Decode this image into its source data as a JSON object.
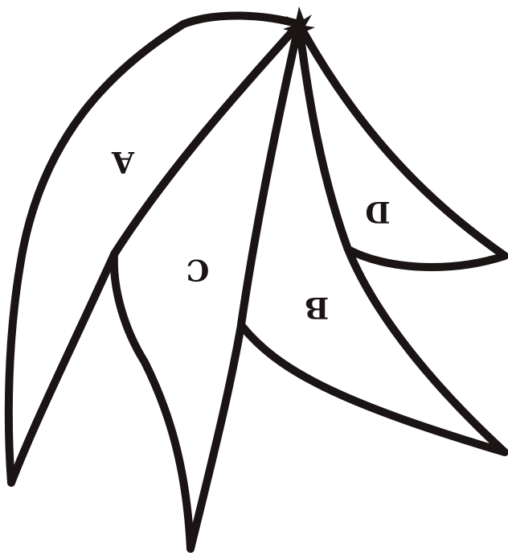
{
  "figure": {
    "stroke_color": "#1a1414",
    "fill_color": "#ffffff",
    "orientation": "rotated-180",
    "regions": [
      {
        "id": "A",
        "label": "A"
      },
      {
        "id": "B",
        "label": "B"
      },
      {
        "id": "C",
        "label": "C"
      },
      {
        "id": "D",
        "label": "D"
      }
    ]
  }
}
